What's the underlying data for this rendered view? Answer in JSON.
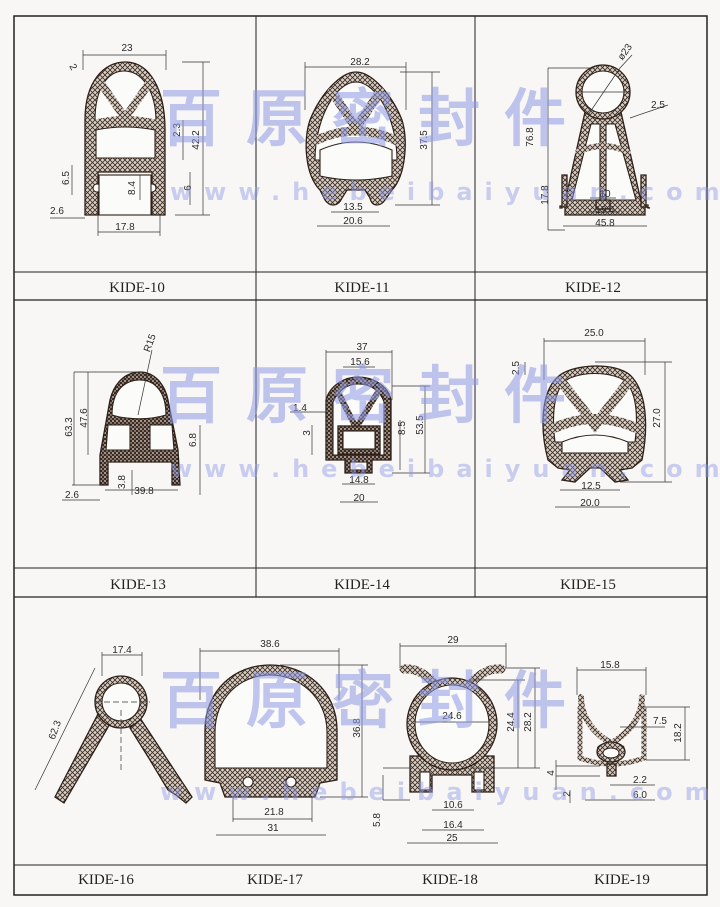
{
  "watermark": {
    "chinese": "百原密封件",
    "url": "www.hebeibaiyuan.com"
  },
  "profiles": [
    {
      "label": "KIDE-10",
      "dimensions": [
        "23",
        "2",
        "2.3",
        "42.2",
        "6.5",
        "8.4",
        "6",
        "2.6",
        "17.8"
      ]
    },
    {
      "label": "KIDE-11",
      "dimensions": [
        "28.2",
        "37.5",
        "13.5",
        "20.6"
      ]
    },
    {
      "label": "KIDE-12",
      "dimensions": [
        "ø23",
        "2.5",
        "76.8",
        "17.8",
        "10",
        "19.4",
        "45.8"
      ]
    },
    {
      "label": "KIDE-13",
      "dimensions": [
        "R15",
        "63.3",
        "47.6",
        "6.8",
        "3.8",
        "2.6",
        "39.8"
      ]
    },
    {
      "label": "KIDE-14",
      "dimensions": [
        "37",
        "15.6",
        "1.4",
        "3",
        "8.5",
        "53.5",
        "14.8",
        "20"
      ]
    },
    {
      "label": "KIDE-15",
      "dimensions": [
        "25.0",
        "2.5",
        "27.0",
        "12.5",
        "20.0"
      ]
    },
    {
      "label": "KIDE-16",
      "dimensions": [
        "17.4",
        "62.3"
      ]
    },
    {
      "label": "KIDE-17",
      "dimensions": [
        "38.6",
        "36.8",
        "21.8",
        "31"
      ]
    },
    {
      "label": "KIDE-18",
      "dimensions": [
        "29",
        "24.6",
        "24.4",
        "28.2",
        "5.8",
        "10.6",
        "16.4",
        "25"
      ]
    },
    {
      "label": "KIDE-19",
      "dimensions": [
        "15.8",
        "7.5",
        "18.2",
        "4",
        "2",
        "2.2",
        "6.0"
      ]
    }
  ]
}
